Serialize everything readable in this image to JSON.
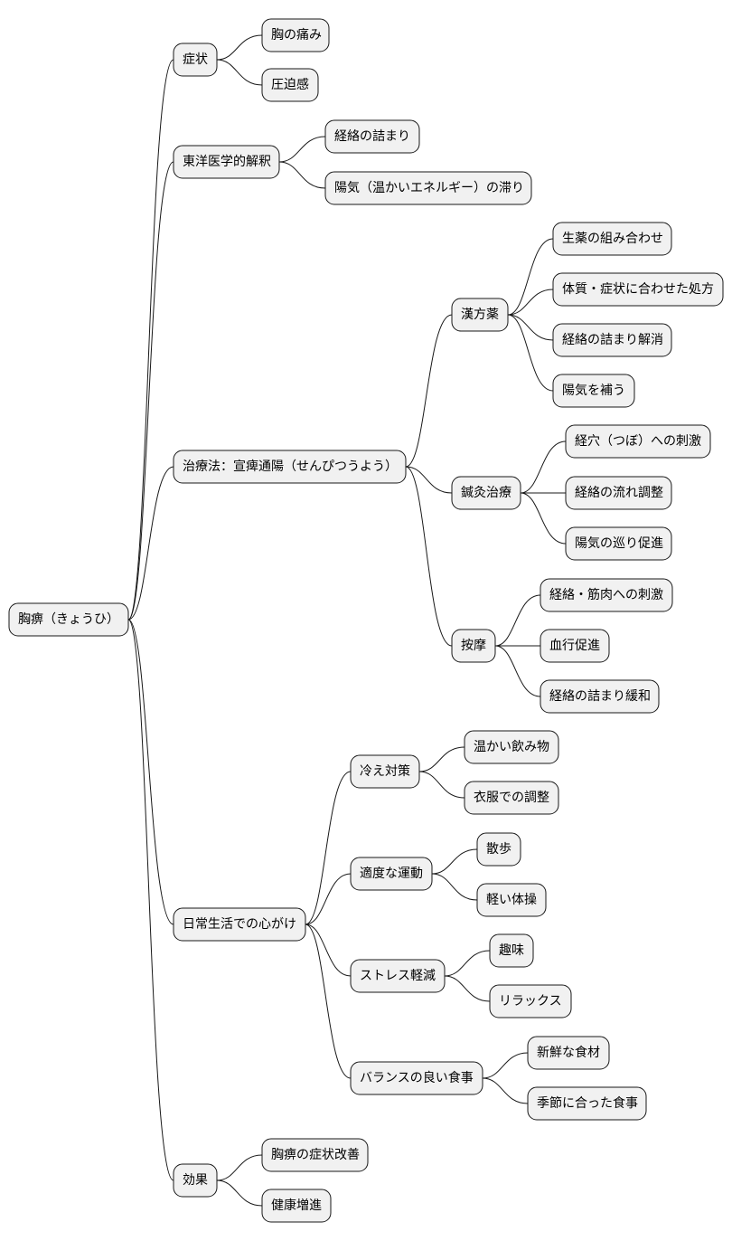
{
  "mindmap": {
    "root": {
      "label": "胸痹（きょうひ）",
      "children": [
        {
          "label": "症状",
          "children": [
            {
              "label": "胸の痛み"
            },
            {
              "label": "圧迫感"
            }
          ]
        },
        {
          "label": "東洋医学的解釈",
          "children": [
            {
              "label": "経絡の詰まり"
            },
            {
              "label": "陽気（温かいエネルギー）の滞り"
            }
          ]
        },
        {
          "label": "治療法：宣痺通陽（せんぴつうよう）",
          "children": [
            {
              "label": "漢方薬",
              "children": [
                {
                  "label": "生薬の組み合わせ"
                },
                {
                  "label": "体質・症状に合わせた処方"
                },
                {
                  "label": "経絡の詰まり解消"
                },
                {
                  "label": "陽気を補う"
                }
              ]
            },
            {
              "label": "鍼灸治療",
              "children": [
                {
                  "label": "経穴（つぼ）への刺激"
                },
                {
                  "label": "経絡の流れ調整"
                },
                {
                  "label": "陽気の巡り促進"
                }
              ]
            },
            {
              "label": "按摩",
              "children": [
                {
                  "label": "経絡・筋肉への刺激"
                },
                {
                  "label": "血行促進"
                },
                {
                  "label": "経絡の詰まり緩和"
                }
              ]
            }
          ]
        },
        {
          "label": "日常生活での心がけ",
          "children": [
            {
              "label": "冷え対策",
              "children": [
                {
                  "label": "温かい飲み物"
                },
                {
                  "label": "衣服での調整"
                }
              ]
            },
            {
              "label": "適度な運動",
              "children": [
                {
                  "label": "散歩"
                },
                {
                  "label": "軽い体操"
                }
              ]
            },
            {
              "label": "ストレス軽減",
              "children": [
                {
                  "label": "趣味"
                },
                {
                  "label": "リラックス"
                }
              ]
            },
            {
              "label": "バランスの良い食事",
              "children": [
                {
                  "label": "新鮮な食材"
                },
                {
                  "label": "季節に合った食事"
                }
              ]
            }
          ]
        },
        {
          "label": "効果",
          "children": [
            {
              "label": "胸痹の症状改善"
            },
            {
              "label": "健康増進"
            }
          ]
        }
      ]
    }
  }
}
